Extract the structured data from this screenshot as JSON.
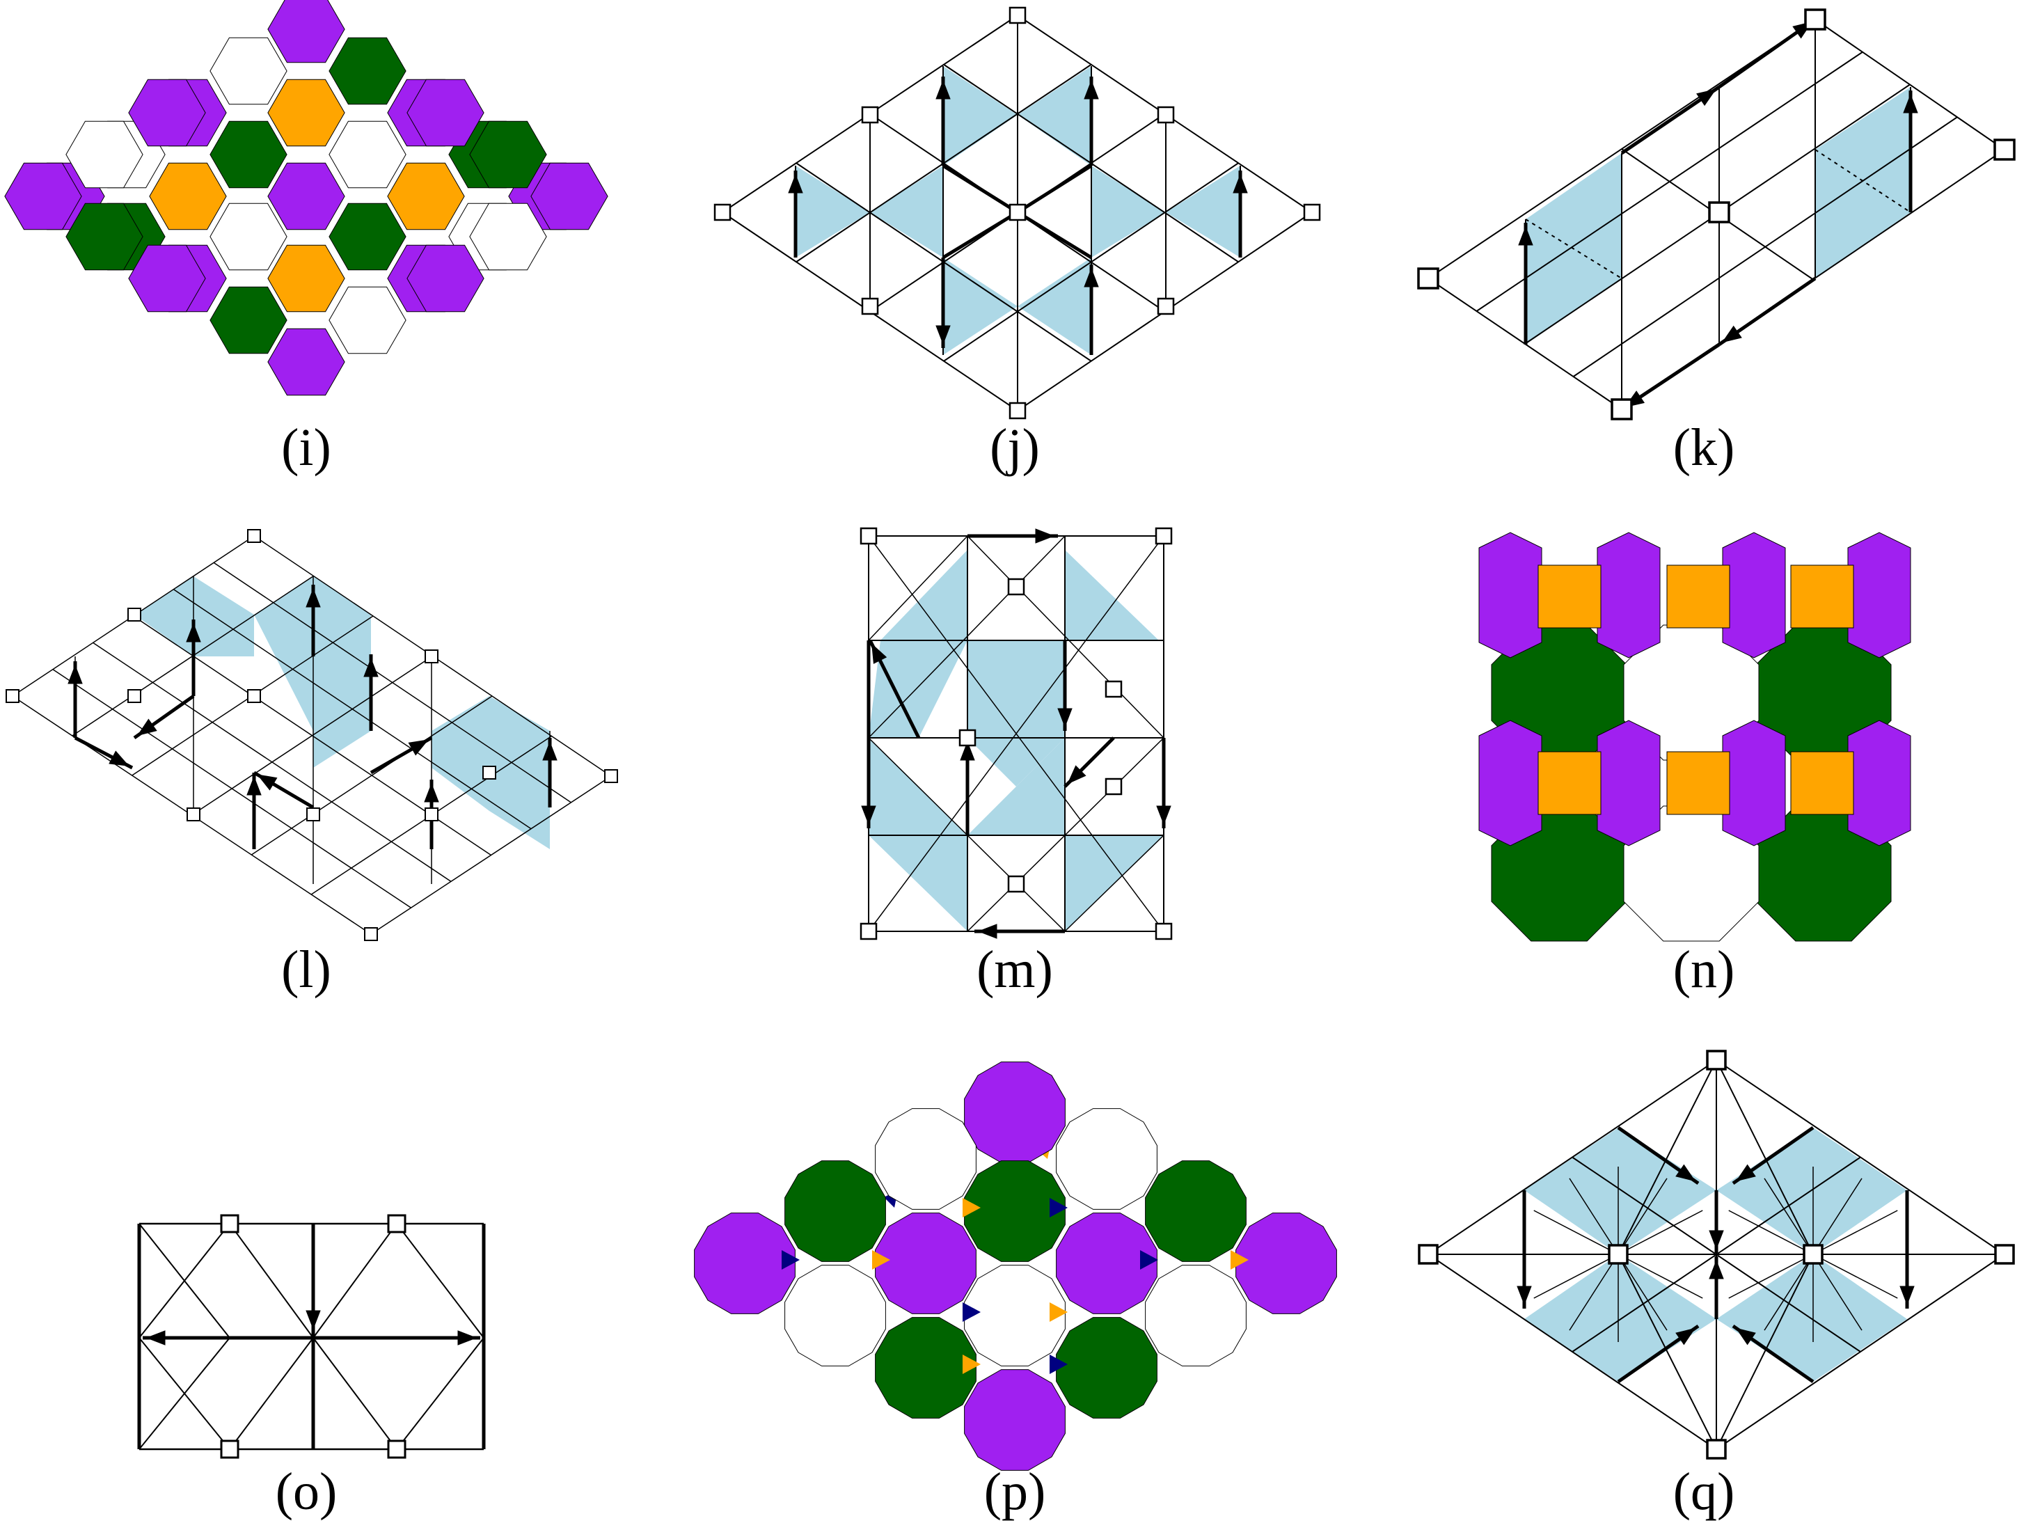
{
  "colors": {
    "purple": "#a020f0",
    "green": "#006400",
    "orange": "#ffa500",
    "white": "#ffffff",
    "lightblue": "#add8e6",
    "navy": "#000080",
    "line": "#000000"
  },
  "panels": [
    {
      "id": "i",
      "caption": "(i)"
    },
    {
      "id": "j",
      "caption": "(j)"
    },
    {
      "id": "k",
      "caption": "(k)"
    },
    {
      "id": "l",
      "caption": "(l)"
    },
    {
      "id": "m",
      "caption": "(m)"
    },
    {
      "id": "n",
      "caption": "(n)"
    },
    {
      "id": "o",
      "caption": "(o)"
    },
    {
      "id": "p",
      "caption": "(p)"
    },
    {
      "id": "q",
      "caption": "(q)"
    }
  ],
  "hex_tiling_colors": [
    [
      "purple",
      "green",
      "orange",
      "white"
    ],
    [
      "white",
      "orange",
      "purple",
      "green"
    ]
  ]
}
